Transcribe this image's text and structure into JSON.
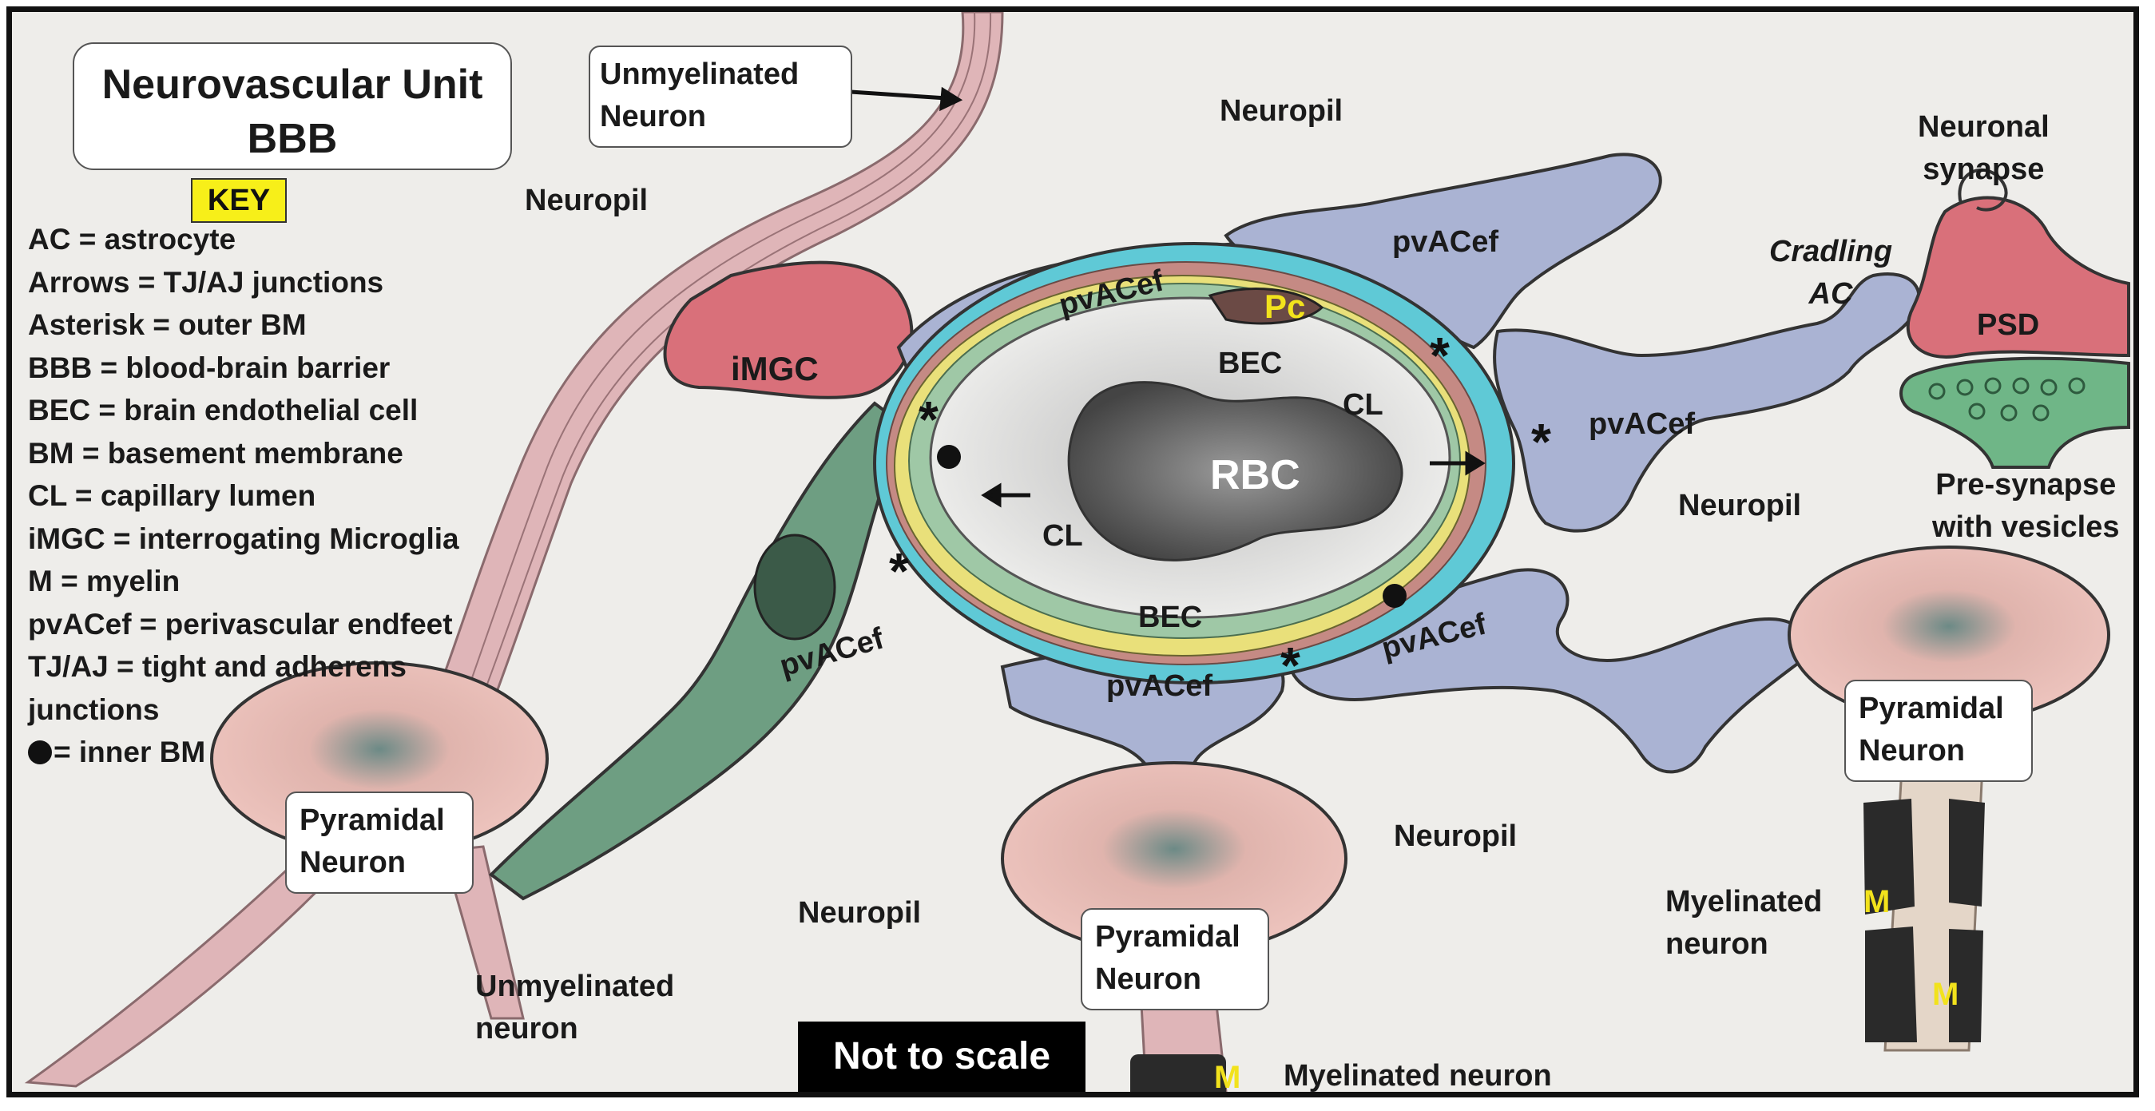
{
  "title": {
    "line1": "Neurovascular Unit",
    "line2": "BBB"
  },
  "key": {
    "heading": "KEY",
    "items": [
      "AC = astrocyte",
      "Arrows = TJ/AJ junctions",
      "Asterisk = outer BM",
      "BBB = blood-brain barrier",
      "BEC = brain endothelial cell",
      "BM = basement membrane",
      "CL = capillary lumen",
      "iMGC = interrogating Microglia",
      "M = myelin",
      "pvACef = perivascular endfeet",
      "TJ/AJ = tight and adherens",
      "junctions"
    ],
    "dot_item": "= inner BM"
  },
  "labels": {
    "unmyelinated_top": {
      "line1": "Unmyelinated",
      "line2": "Neuron"
    },
    "neuropil_top": "Neuropil",
    "neuropil_left": "Neuropil",
    "neuropil_right": "Neuropil",
    "neuropil_bottom_mid": "Neuropil",
    "neuropil_bottom_left": "Neuropil",
    "neuronal_synapse": {
      "line1": "Neuronal",
      "line2": "synapse"
    },
    "cradling": {
      "line1": "Cradling",
      "line2": "AC"
    },
    "psd": "PSD",
    "presynapse": {
      "line1": "Pre-synapse",
      "line2": "with vesicles"
    },
    "imgc": "iMGC",
    "pc": "Pc",
    "bec_top": "BEC",
    "bec_bottom": "BEC",
    "cl_right": "CL",
    "cl_left": "CL",
    "rbc": "RBC",
    "pvacef_topleft": "pvACef",
    "pvacef_topright": "pvACef",
    "pvacef_right": "pvACef",
    "pvacef_left": "pvACef",
    "pvacef_bottom": "pvACef",
    "pvacef_bottomright": "pvACef",
    "pyramidal_left": {
      "line1": "Pyramidal",
      "line2": "Neuron"
    },
    "pyramidal_mid": {
      "line1": "Pyramidal",
      "line2": "Neuron"
    },
    "pyramidal_right": {
      "line1": "Pyramidal",
      "line2": "Neuron"
    },
    "unmyelinated_bottom": {
      "line1": "Unmyelinated",
      "line2": "neuron"
    },
    "myelinated_right": {
      "line1": "Myelinated",
      "line2": "neuron"
    },
    "myelinated_bottom": "Myelinated neuron",
    "m_right_1": "M",
    "m_right_2": "M",
    "m_bottom": "M",
    "asterisk": "*"
  },
  "not_to_scale": "Not to scale",
  "colors": {
    "background": "#eeedea",
    "astrocyte": "#aab3d3",
    "astrocyte_green": "#6e9e82",
    "neuron_pink": "#e7a49f",
    "microglia": "#d9707a",
    "bm_cyan": "#5fc9d6",
    "bm_yellow": "#e9e07a",
    "endothelial": "#9fc8a6",
    "rbc": "#6b6b6b",
    "myelin": "#2a2a2a",
    "label_yellow": "#f2e21c"
  }
}
